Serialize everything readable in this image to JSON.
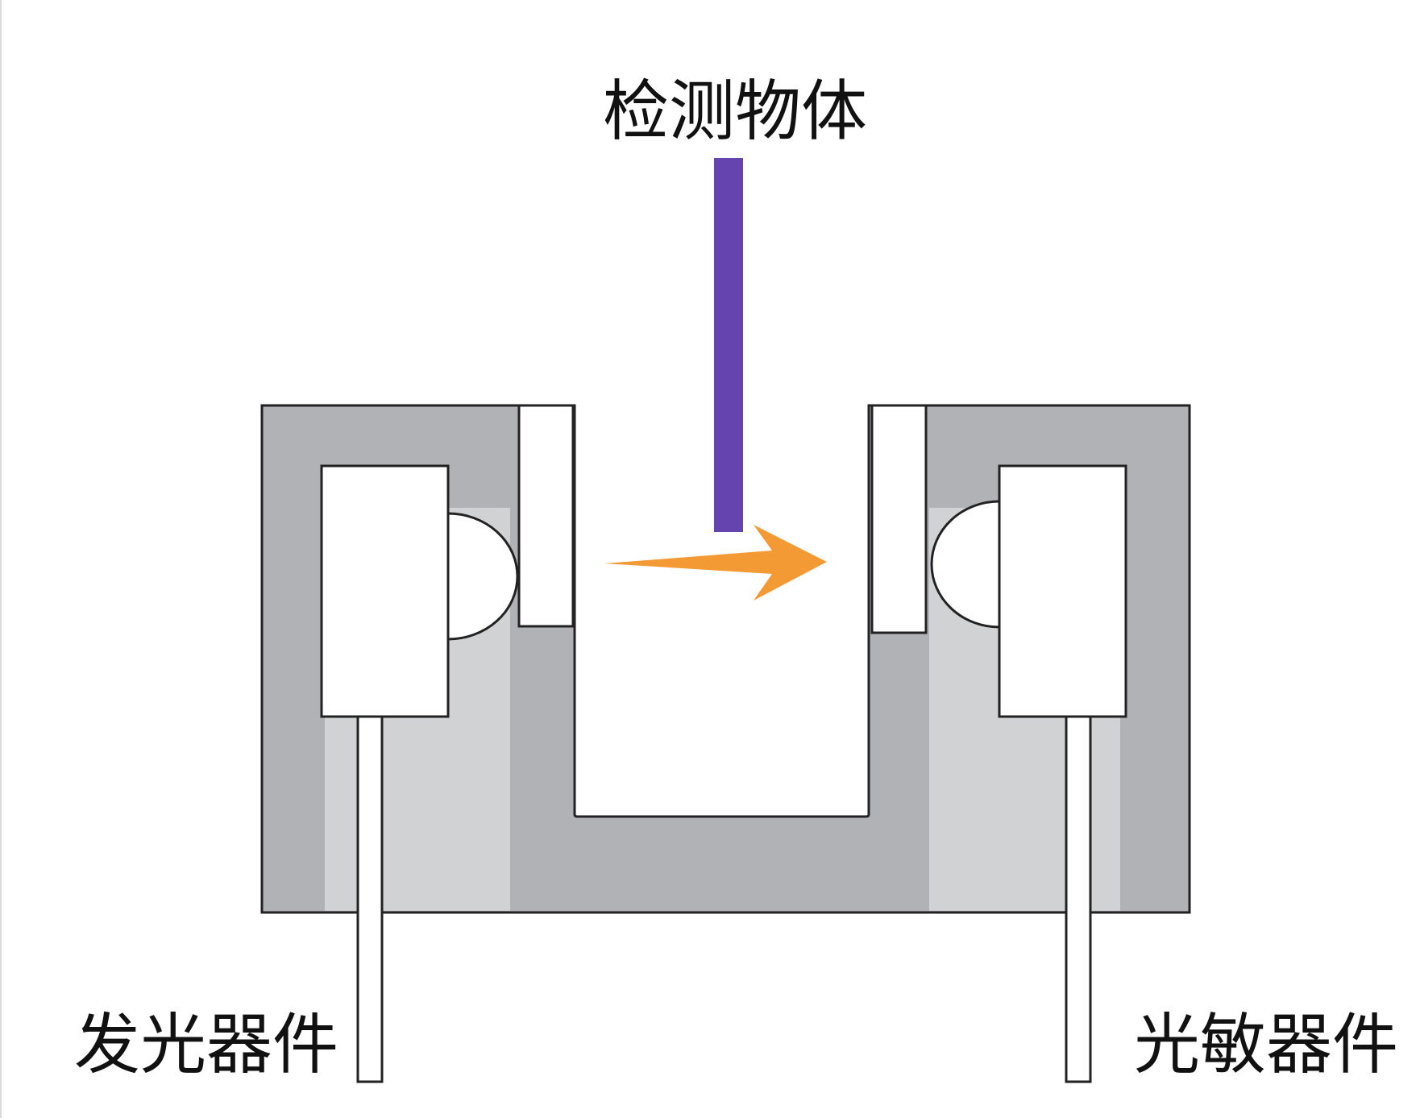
{
  "labels": {
    "object": "检测物体",
    "emitter": "发光器件",
    "receiver": "光敏器件"
  },
  "colors": {
    "housing": "#b1b2b5",
    "housing_inner": "#d1d2d4",
    "outline": "#222222",
    "component_fill": "#ffffff",
    "object_bar": "#6644b0",
    "light_arrow": "#f39a35"
  },
  "icons": {
    "light_beam": "arrow-right-icon"
  }
}
